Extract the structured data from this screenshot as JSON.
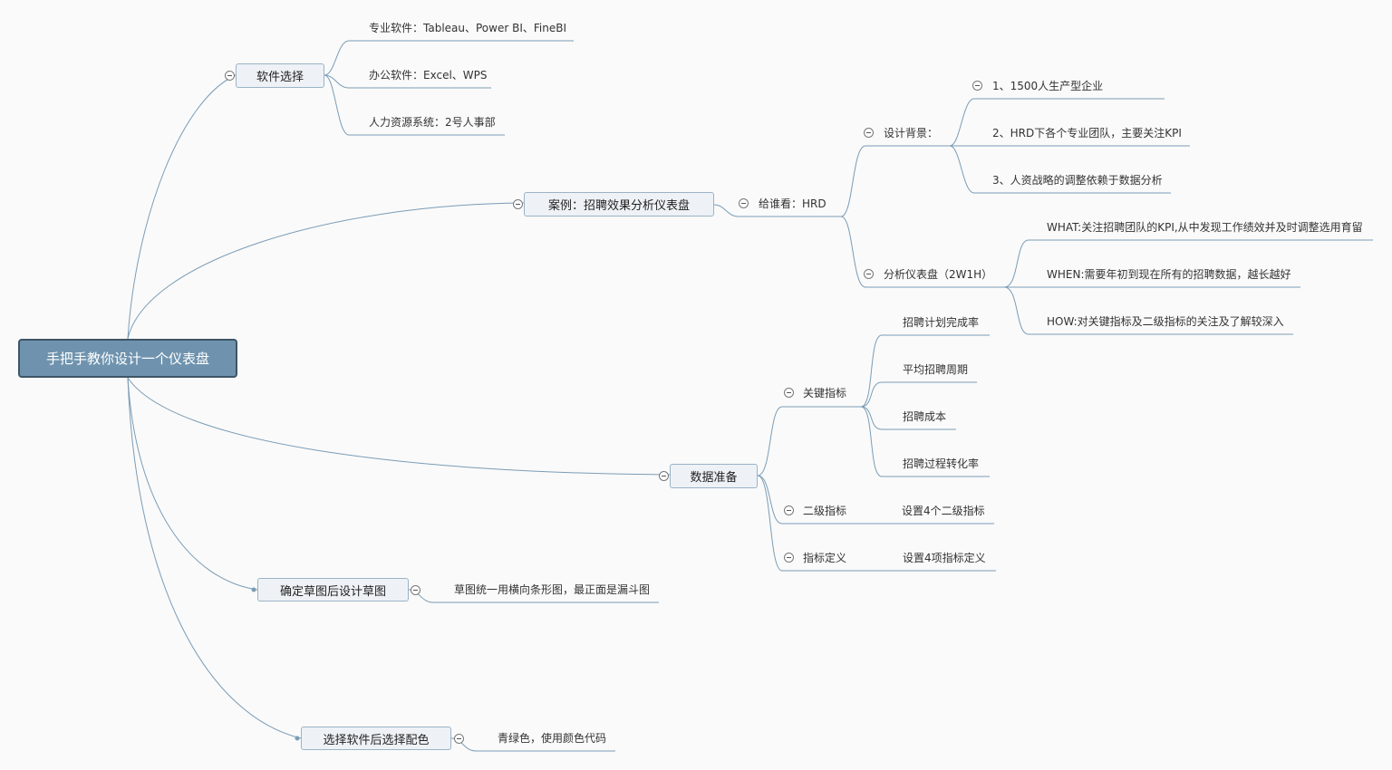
{
  "root": "手把手教你设计一个仪表盘",
  "branches": {
    "software": {
      "label": "软件选择",
      "items": [
        "专业软件：Tableau、Power BI、FineBI",
        "办公软件：Excel、WPS",
        "人力资源系统：2号人事部"
      ]
    },
    "case": {
      "label": "案例：招聘效果分析仪表盘",
      "audience": "给谁看：HRD",
      "background": {
        "label": "设计背景：",
        "items": [
          "1、1500人生产型企业",
          "2、HRD下各个专业团队，主要关注KPI",
          "3、人资战略的调整依赖于数据分析"
        ]
      },
      "dashboard": {
        "label": "分析仪表盘（2W1H）",
        "items": [
          "WHAT:关注招聘团队的KPI,从中发现工作绩效并及时调整选用育留",
          "WHEN:需要年初到现在所有的招聘数据，越长越好",
          "HOW:对关键指标及二级指标的关注及了解较深入"
        ]
      }
    },
    "data": {
      "label": "数据准备",
      "key_metrics": {
        "label": "关键指标",
        "items": [
          "招聘计划完成率",
          "平均招聘周期",
          "招聘成本",
          "招聘过程转化率"
        ]
      },
      "secondary": {
        "label": "二级指标",
        "item": "设置4个二级指标"
      },
      "definition": {
        "label": "指标定义",
        "item": "设置4项指标定义"
      }
    },
    "sketch": {
      "label": "确定草图后设计草图",
      "item": "草图统一用横向条形图，最正面是漏斗图"
    },
    "color": {
      "label": "选择软件后选择配色",
      "item": "青绿色，使用颜色代码"
    }
  },
  "colors": {
    "line": "#7a9cb6",
    "root_fill": "#6f93ae",
    "node_fill": "#eef2f6",
    "node_border": "#9bb3c6"
  }
}
